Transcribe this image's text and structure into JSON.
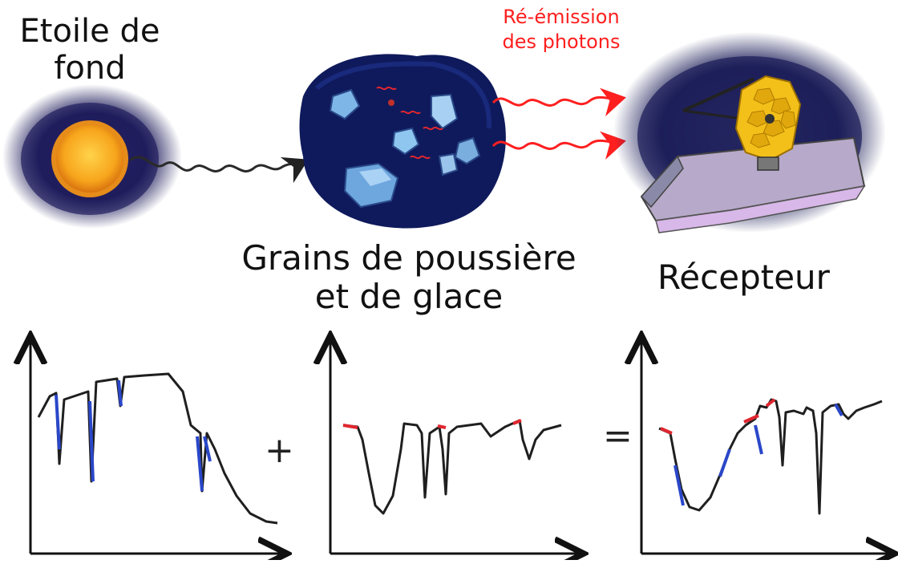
{
  "labels": {
    "star_line1": "Etoile de",
    "star_line2": "fond",
    "grains_line1": "Grains de poussière",
    "grains_line2": "et de glace",
    "receiver": "Récepteur",
    "reemission_line1": "Ré-émission",
    "reemission_line2": "des photons"
  },
  "operators": {
    "plus": "+",
    "equals": "="
  },
  "colors": {
    "star_core": "#f7a51c",
    "star_halo": "#1f1d5c",
    "dust_cloud": "#0f1a5c",
    "reemission": "#ff1f1f",
    "absorption_blue": "#2a47c9",
    "emission_red": "#e0262f",
    "mirror_gold": "#f3c01a",
    "sunshield": "#b7a9c9"
  },
  "icons": [
    "background-star-icon",
    "dust-cloud-icon",
    "telescope-icon",
    "photon-wave-arrow-icon"
  ]
}
